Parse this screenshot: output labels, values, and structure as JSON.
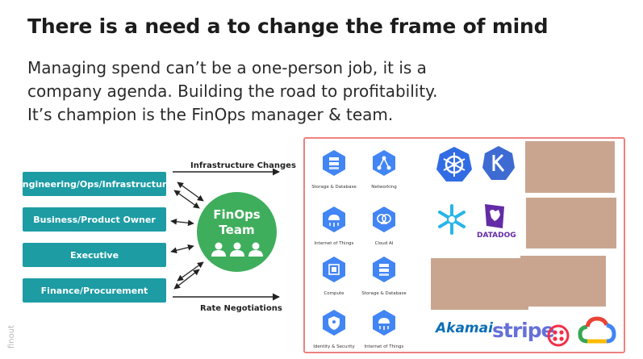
{
  "slide": {
    "title": "There is a need a to change the frame of mind",
    "body_lines": [
      "Managing spend can’t be a one-person job, it is a",
      "company agenda. Building the road to profitability.",
      "It’s champion is the FinOps manager & team."
    ]
  },
  "diagram": {
    "stakeholders": [
      "Engineering/Ops/Infrastructure",
      "Business/Product Owner",
      "Executive",
      "Finance/Procurement"
    ],
    "center_line1": "FinOps",
    "center_line2": "Team",
    "top_label": "Infrastructure Changes",
    "bottom_label": "Rate Negotiations"
  },
  "services": [
    {
      "caption": "Storage & Database",
      "icon": "storage-icon"
    },
    {
      "caption": "Networking",
      "icon": "networking-icon"
    },
    {
      "caption": "Internet of Things",
      "icon": "iot-icon"
    },
    {
      "caption": "Cloud AI",
      "icon": "cloud-ai-icon"
    },
    {
      "caption": "Compute",
      "icon": "compute-icon"
    },
    {
      "caption": "Storage & Database",
      "icon": "storage-icon"
    },
    {
      "caption": "Identity & Security",
      "icon": "security-icon"
    },
    {
      "caption": "Internet of Things",
      "icon": "iot-icon"
    }
  ],
  "brands": {
    "datadog": "DATADOG",
    "akamai": "Akamai",
    "stripe": "stripe",
    "side_logo": "finout"
  },
  "colors": {
    "teal": "#1d9ca4",
    "green": "#3fae5c",
    "gcp_blue": "#4285f4",
    "panel_border": "#f08080"
  }
}
